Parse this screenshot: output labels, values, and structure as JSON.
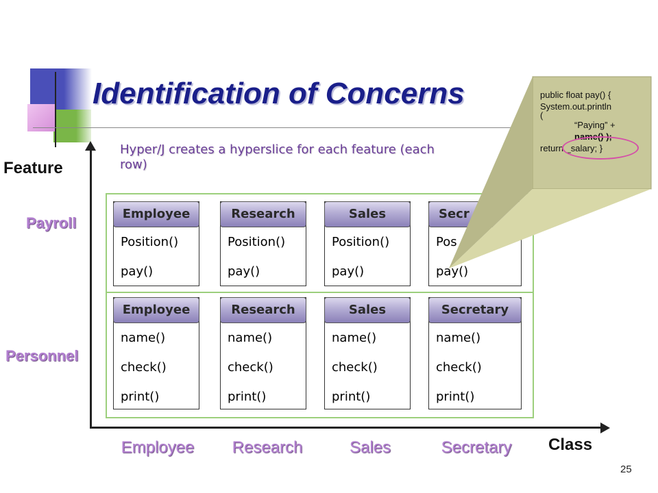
{
  "slide": {
    "title": "Identification of Concerns",
    "subtitle": "Hyper/J creates a hyperslice for each feature (each row)",
    "page_number": "25"
  },
  "axes": {
    "y_title": "Feature",
    "x_title": "Class"
  },
  "rows": [
    {
      "label": "Payroll",
      "cards": [
        {
          "class": "Employee",
          "methods": [
            "Position()",
            "pay()"
          ]
        },
        {
          "class": "Research",
          "methods": [
            "Position()",
            "pay()"
          ]
        },
        {
          "class": "Sales",
          "methods": [
            "Position()",
            "pay()"
          ]
        },
        {
          "class": "Secr",
          "methods": [
            "Pos",
            "pay()"
          ]
        }
      ]
    },
    {
      "label": "Personnel",
      "cards": [
        {
          "class": "Employee",
          "methods": [
            "name()",
            "check()",
            "print()"
          ]
        },
        {
          "class": "Research",
          "methods": [
            "name()",
            "check()",
            "print()"
          ]
        },
        {
          "class": "Sales",
          "methods": [
            "name()",
            "check()",
            "print()"
          ]
        },
        {
          "class": "Secretary",
          "methods": [
            "name()",
            "check()",
            "print()"
          ]
        }
      ]
    }
  ],
  "columns": [
    "Employee",
    "Research",
    "Sales",
    "Secretary"
  ],
  "callout": {
    "lines": [
      "public float pay() {",
      "System.out.println",
      "(",
      "“Paying” +",
      "name() );",
      "return _salary; }"
    ]
  },
  "colors": {
    "title": "#1a1f8a",
    "subtitle": "#6a3d99",
    "labels": "#b27fd0",
    "row_border": "#9ccf7c",
    "callout": "#c8c89a",
    "highlight": "#d44fa8"
  }
}
